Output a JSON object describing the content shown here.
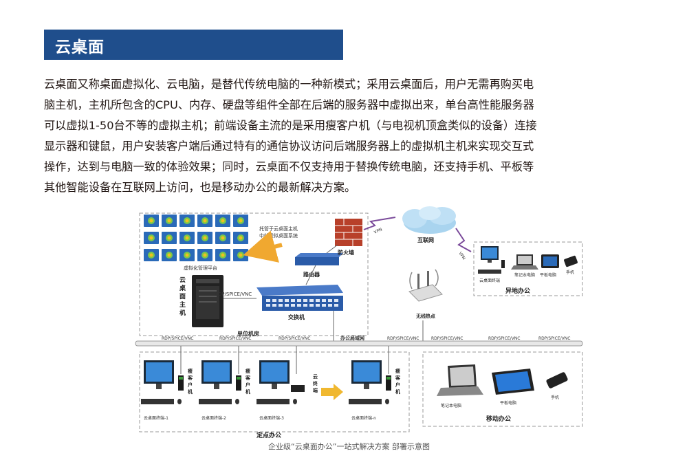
{
  "section": {
    "title": "云桌面"
  },
  "paragraph": {
    "lines": [
      "云桌面又称桌面虚拟化、云电脑，是替代传统电脑的一种新模式；采用云桌面后，用户无需再购买电",
      "脑主机，主机所包含的CPU、内存、硬盘等组件全部在后端的服务器中虚拟出来，单台高性能服务器",
      "可以虚拟1-50台不等的虚拟主机；前端设备主流的是采用瘦客户机（与电视机顶盒类似的设备）连接",
      "显示器和键鼠，用户安装客户端后通过特有的通信协议访问后端服务器上的虚拟机主机来实现交互式",
      "操作，达到与电脑一致的体验效果；同时，云桌面不仅支持用于替换传统电脑，还支持手机、平板等",
      "其他智能设备在互联网上访问，也是移动办公的最新解决方案。"
    ]
  },
  "diagram": {
    "hosted_note_1": "托管于云桌面主机",
    "hosted_note_2": "中的虚拟桌面系统",
    "vm_platform": "虚拟化管理平台",
    "server_label": [
      "云",
      "桌",
      "面",
      "主",
      "机"
    ],
    "firewall": "防火墙",
    "router": "路由器",
    "switch": "交换机",
    "internet": "互联网",
    "vpn_1": "VPN",
    "vpn_2": "VPN",
    "protocol_server": "RDP/SPICE/VNC",
    "server_room": "单位机房",
    "wireless_ap": "无线热点",
    "remote_office": "异地办公",
    "remote_devices": [
      "云桌面终端",
      "笔记本电脑",
      "平板电脑",
      "手机"
    ],
    "bus_labels": [
      "RDP/SPICE/VNC",
      "RDP/SPICE/VNC",
      "RDP/SPICE/VNC",
      "办公局域网",
      "RDP/SPICE/VNC",
      "RDP/SPICE/VNC",
      "RDP/SPICE/VNC",
      "RDP/SPICE/VNC"
    ],
    "thin_client": [
      "瘦",
      "客",
      "户",
      "机"
    ],
    "cloud_terminal": [
      "云",
      "终",
      "端"
    ],
    "terminals": [
      "云桌面终端-1",
      "云桌面终端-2",
      "云桌面终端-3",
      "云桌面终端-n"
    ],
    "fixed_office": "定点办公",
    "mobile_devices": [
      "笔记本电脑",
      "平板电脑",
      "手机"
    ],
    "mobile_office": "移动办公"
  },
  "caption": "企业级“云桌面办公”一站式解决方案 部署示意图",
  "colors": {
    "title_bg": "#1f4e8c",
    "accent_arrow": "#f0a830",
    "switch_blue": "#2a5ba8"
  }
}
